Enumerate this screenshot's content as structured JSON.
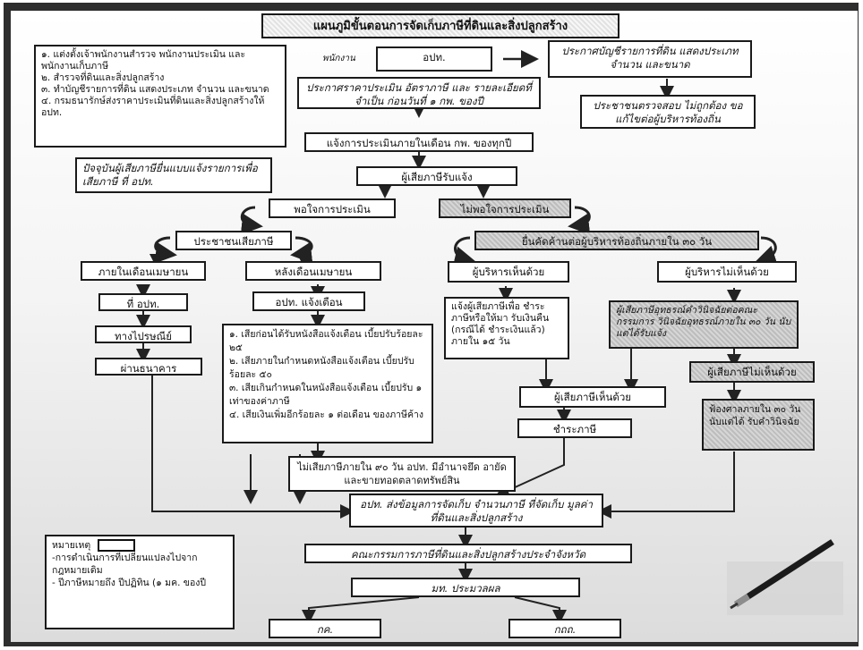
{
  "title": "แผนภูมิขั้นตอนการจัดเก็บภาษีที่ดินและสิ่งปลูกสร้าง",
  "left_top_list": [
    "๑. แต่งตั้งเจ้าพนักงานสำรวจ พนักงานประเมิน และพนักงานเก็บภาษี",
    "๒. สำรวจที่ดินและสิ่งปลูกสร้าง",
    "๓. ทำบัญชีรายการที่ดิน แสดงประเภท จำนวน และขนาด",
    "๔. กรมธนารักษ์ส่งราคาประเมินที่ดินและสิ่งปลูกสร้างให้ อปท."
  ],
  "mid_label": "พนักงาน",
  "opt": "อปท.",
  "right_top": "ประกาศบัญชีรายการที่ดิน แสดงประเภท จำนวน และขนาด",
  "right_inspect": "ประชาชนตรวจสอบ ไม่ถูกต้อง ขอแก้ไขต่อผู้บริหารท้องถิ่น",
  "announce": "ประกาศราคาประเมิน อัตราภาษี และ รายละเอียดที่จำเป็น ก่อนวันที่ ๑ กพ. ของปี",
  "notify": "แจ้งการประเมินภายในเดือน กพ. ของทุกปี",
  "note_current": "ปัจจุบันผู้เสียภาษียื่นแบบแจ้งรายการเพื่อเสียภาษี ที่ อปท.",
  "taxpayer_receive": "ผู้เสียภาษีรับแจ้ง",
  "satisfied": "พอใจการประเมิน",
  "not_satisfied": "ไม่พอใจการประเมิน",
  "pay_people": "ประชาชนเสียภาษี",
  "appeal": "ยื่นคัดค้านต่อผู้บริหารท้องถิ่นภายใน ๓๐ วัน",
  "within_april": "ภายในเดือนเมษายน",
  "after_april": "หลังเดือนเมษายน",
  "at_opt": "ที่ อปท.",
  "by_post": "ทางไปรษณีย์",
  "by_bank": "ผ่านธนาคาร",
  "opt_warn": "อปท. แจ้งเตือน",
  "penalties": [
    "๑. เสียก่อนได้รับหนังสือแจ้งเตือน เบี้ยปรับร้อยละ ๒๕",
    "๒. เสียภายในกำหนดหนังสือแจ้งเตือน เบี้ยปรับร้อยละ ๕๐",
    "๓. เสียเกินกำหนดในหนังสือแจ้งเตือน เบี้ยปรับ ๑ เท่าของค่าภาษี",
    "๔. เสียเงินเพิ่มอีกร้อยละ ๑ ต่อเดือน ของภาษีค้าง"
  ],
  "exec_agree": "ผู้บริหารเห็นด้วย",
  "exec_disagree": "ผู้บริหารไม่เห็นด้วย",
  "notify_pay": "แจ้งผู้เสียภาษีเพื่อ ชำระภาษีหรือให้มา รับเงินคืน (กรณีได้ ชำระเงินแล้ว) ภายใน ๑๕ วัน",
  "appeal_right": "ผู้เสียภาษีอุทธรณ์คำวินิจฉัยต่อคณะกรรมการ วินิจฉัยอุทธรณ์ภายใน ๓๐ วัน นับแต่ได้รับแจ้ง",
  "taxpayer_agree": "ผู้เสียภาษีเห็นด้วย",
  "taxpayer_disagree": "ผู้เสียภาษีไม่เห็นด้วย",
  "pay_tax": "ชำระภาษี",
  "court": "ฟ้องศาลภายใน ๓๐ วัน นับแต่ได้ รับคำวินิจฉัย",
  "seize": "ไม่เสียภาษีภายใน ๙๐ วัน อปท. มีอำนาจยึด อายัด และขายทอดตลาดทรัพย์สิน",
  "send_data": "อปท. ส่งข้อมูลการจัดเก็บ จำนวนภาษี ที่จัดเก็บ มูลค่าที่ดินและสิ่งปลูกสร้าง",
  "committee": "คณะกรรมการภาษีที่ดินและสิ่งปลูกสร้างประจำจังหวัด",
  "mot": "มท. ประมวลผล",
  "kk": "กค.",
  "kkk": "กถถ.",
  "legend_title": "หมายเหตุ",
  "legend_items": [
    "-การดำเนินการที่เปลี่ยนแปลงไปจากกฎหมายเดิม",
    "- ปีภาษีหมายถึง ปีปฏิทิน (๑ มค. ของปี"
  ]
}
